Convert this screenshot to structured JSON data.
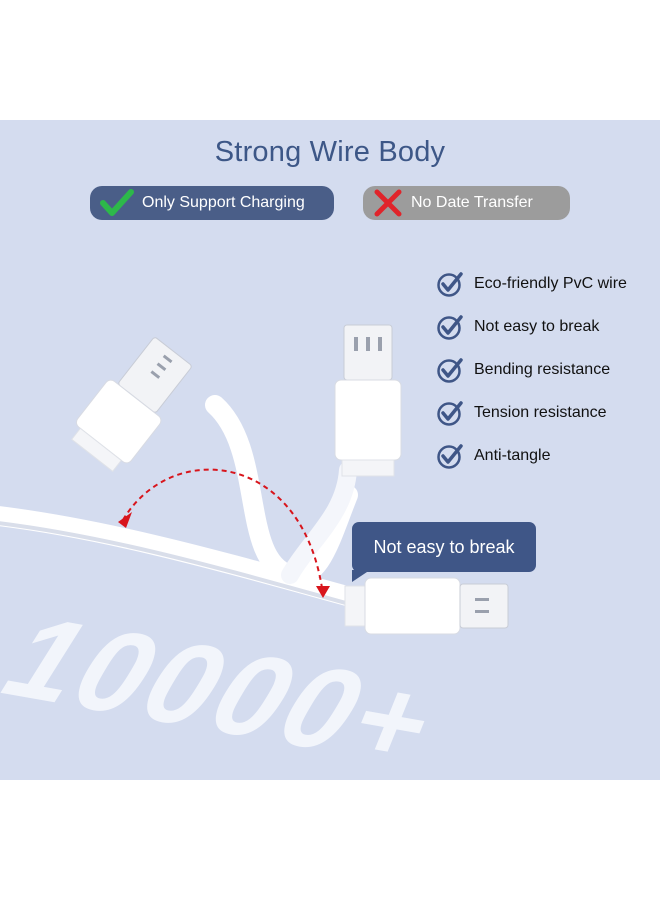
{
  "header": {
    "title": "Strong Wire Body"
  },
  "badges": {
    "charging_label": "Only Support Charging",
    "data_label": "No Date Transfer"
  },
  "features": [
    {
      "icon": "check-circle-icon",
      "label": "Eco-friendly PvC wire"
    },
    {
      "icon": "check-circle-icon",
      "label": "Not easy to break"
    },
    {
      "icon": "check-circle-icon",
      "label": "Bending resistance"
    },
    {
      "icon": "check-circle-icon",
      "label": "Tension resistance"
    },
    {
      "icon": "check-circle-icon",
      "label": "Anti-tangle"
    }
  ],
  "callout": {
    "label": "Not easy to break"
  },
  "hero": {
    "count_label": "10000+"
  },
  "colors": {
    "panel_bg": "#d4dcef",
    "accent_navy": "#3f5687",
    "check_green": "#2db84a",
    "cross_red": "#e0242a",
    "arrow_red": "#d8151c"
  }
}
